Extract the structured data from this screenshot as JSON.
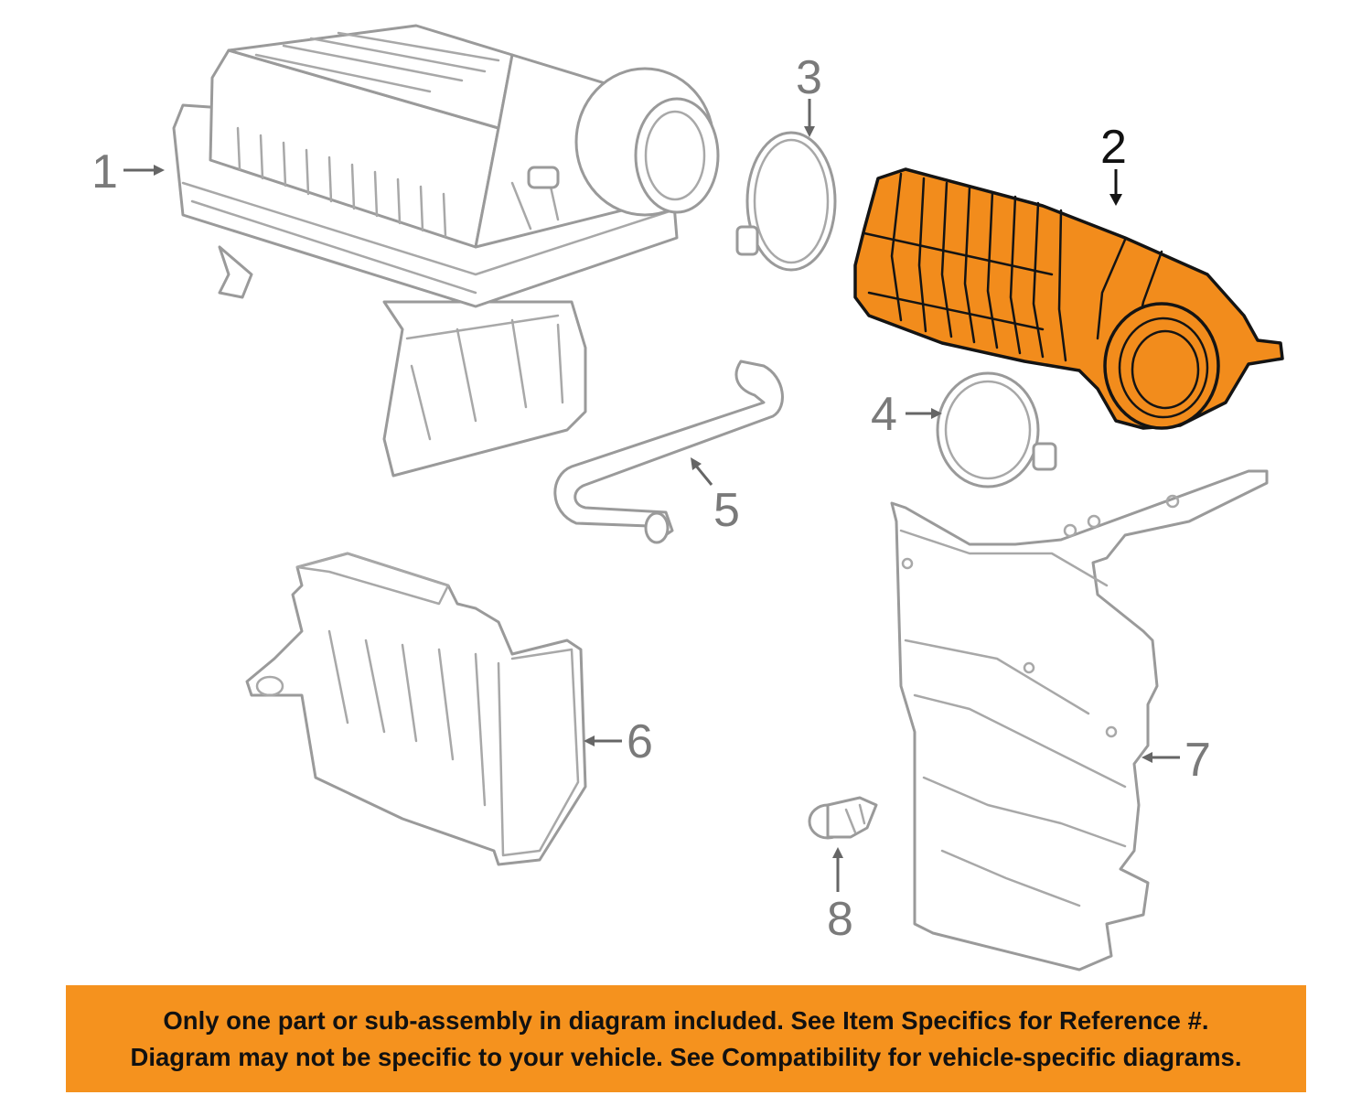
{
  "callouts": [
    "1",
    "2",
    "3",
    "4",
    "5",
    "6",
    "7",
    "8"
  ],
  "highlighted_part": "2",
  "colors": {
    "highlight": "#f28c1c",
    "outline": "#9a9a9a",
    "banner": "#f5921e"
  },
  "notice": {
    "line1": "Only one part or sub-assembly in diagram included. See Item Specifics for Reference #.",
    "line2": "Diagram may not be specific to your vehicle. See Compatibility for vehicle-specific diagrams."
  }
}
